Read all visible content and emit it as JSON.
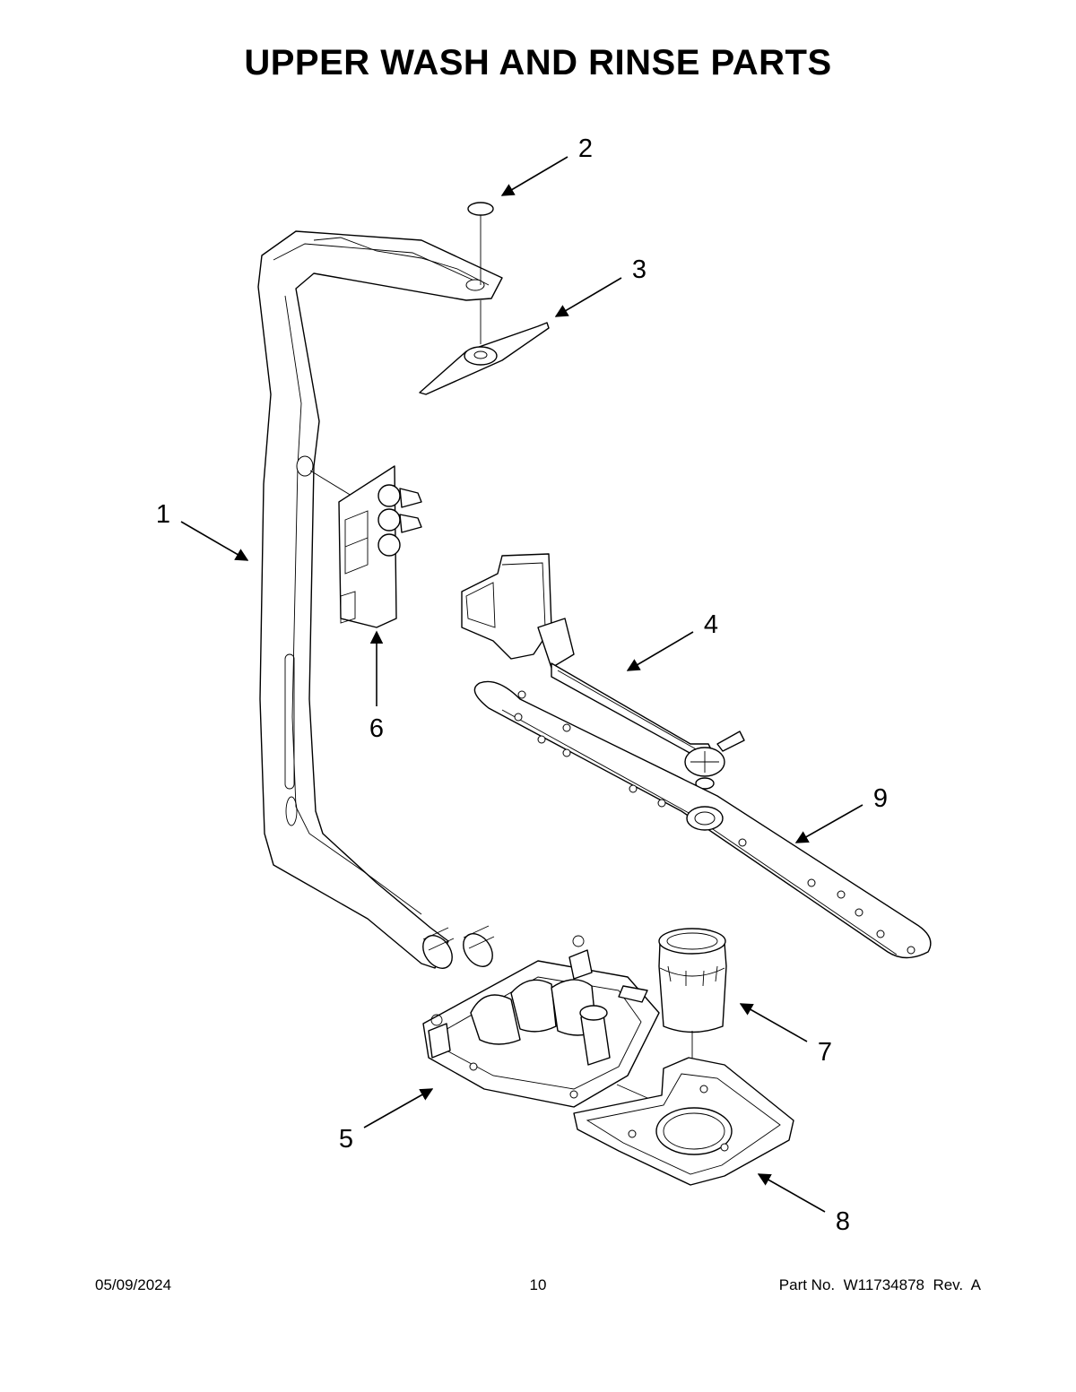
{
  "title": "UPPER WASH AND RINSE PARTS",
  "callouts": [
    "1",
    "2",
    "3",
    "4",
    "5",
    "6",
    "7",
    "8",
    "9"
  ],
  "footer": {
    "date": "05/09/2024",
    "page": "10",
    "part": "Part No.  W11734878  Rev.  A"
  }
}
